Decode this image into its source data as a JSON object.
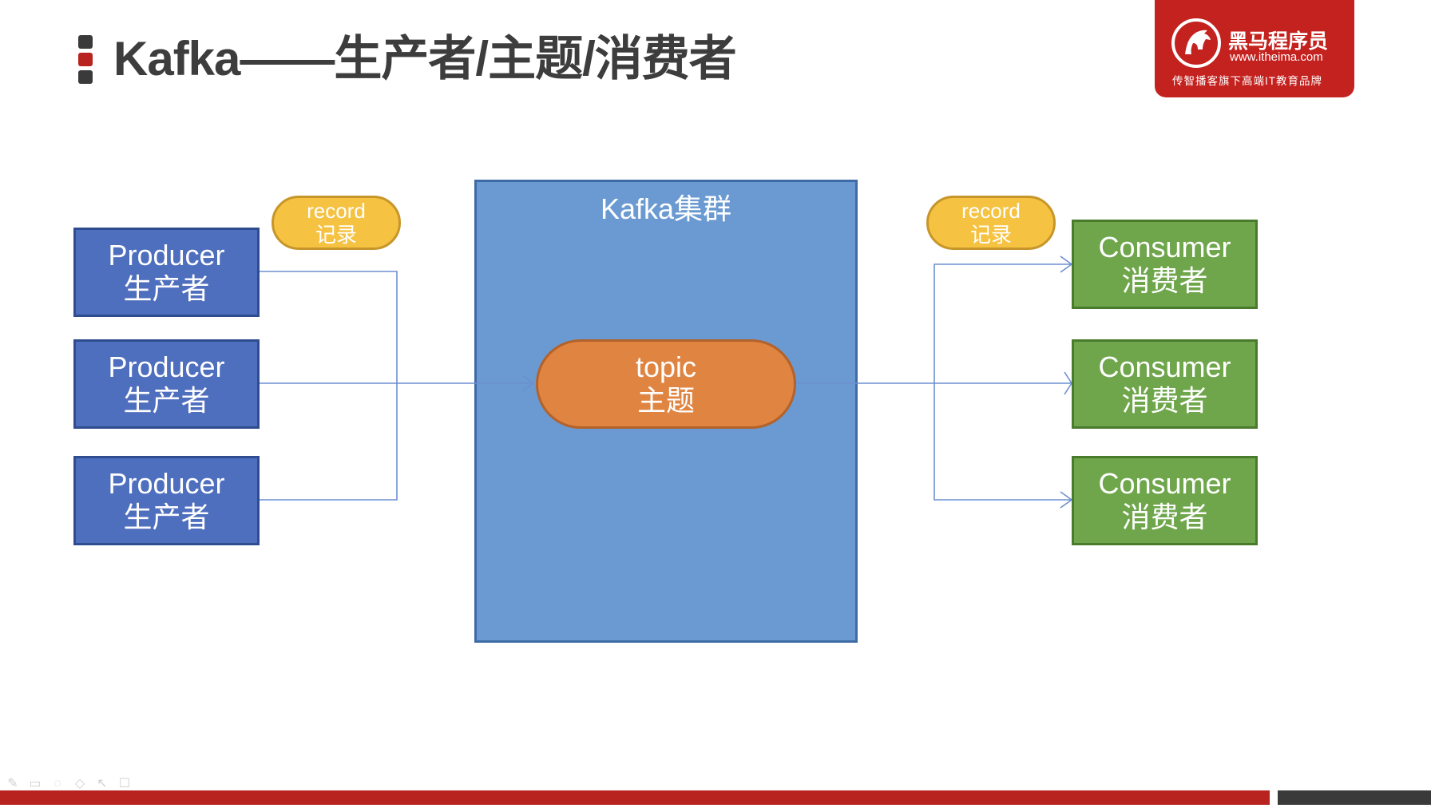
{
  "slide": {
    "title": "Kafka——生产者/主题/消费者"
  },
  "logo": {
    "name": "黑马程序员",
    "url": "www.itheima.com",
    "slogan": "传智播客旗下高端IT教育品牌"
  },
  "diagram": {
    "producers": [
      {
        "en": "Producer",
        "zh": "生产者"
      },
      {
        "en": "Producer",
        "zh": "生产者"
      },
      {
        "en": "Producer",
        "zh": "生产者"
      }
    ],
    "cluster_label": "Kafka集群",
    "topic": {
      "en": "topic",
      "zh": "主题"
    },
    "record_left": {
      "en": "record",
      "zh": "记录"
    },
    "record_right": {
      "en": "record",
      "zh": "记录"
    },
    "consumers": [
      {
        "en": "Consumer",
        "zh": "消费者"
      },
      {
        "en": "Consumer",
        "zh": "消费者"
      },
      {
        "en": "Consumer",
        "zh": "消费者"
      }
    ]
  },
  "colors": {
    "producer": "#4e6ebe",
    "cluster": "#6a9ad1",
    "topic": "#e08441",
    "record": "#f5c242",
    "consumer": "#6fa64b",
    "brand_red": "#c4221f",
    "connector": "#6c8fd0"
  },
  "icons": {
    "title_bullet": "stacked-squares-icon",
    "logo_emblem": "horse-head-icon",
    "toolbar": [
      "pen-icon",
      "highlighter-icon",
      "eraser-icon",
      "shape-icon",
      "pointer-icon",
      "note-icon"
    ]
  }
}
